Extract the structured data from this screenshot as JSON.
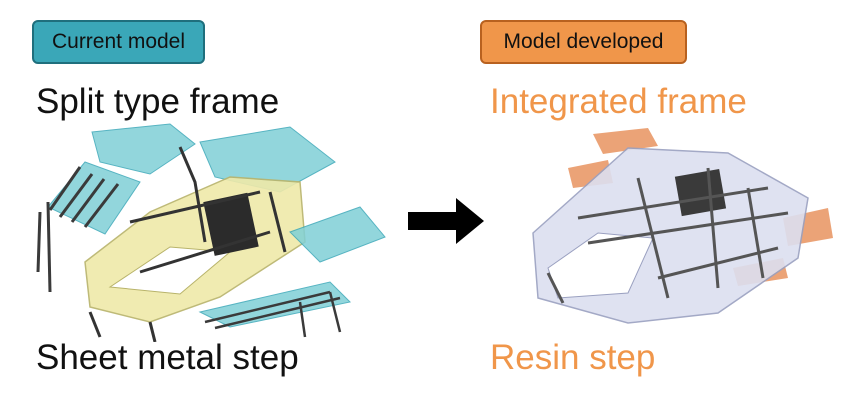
{
  "current": {
    "badge_label": "Current model",
    "top_caption": "Split type frame",
    "bottom_caption": "Sheet metal step",
    "badge_color": "#3aa7b8",
    "frame_color": "#efe9a9",
    "step_color": "#7fd0d6"
  },
  "developed": {
    "badge_label": "Model developed",
    "top_caption": "Integrated frame",
    "bottom_caption": "Resin step",
    "badge_color": "#f0964a",
    "frame_color": "#dcdff0",
    "step_color": "#e8935f"
  },
  "arrow_icon": "right-arrow-icon"
}
